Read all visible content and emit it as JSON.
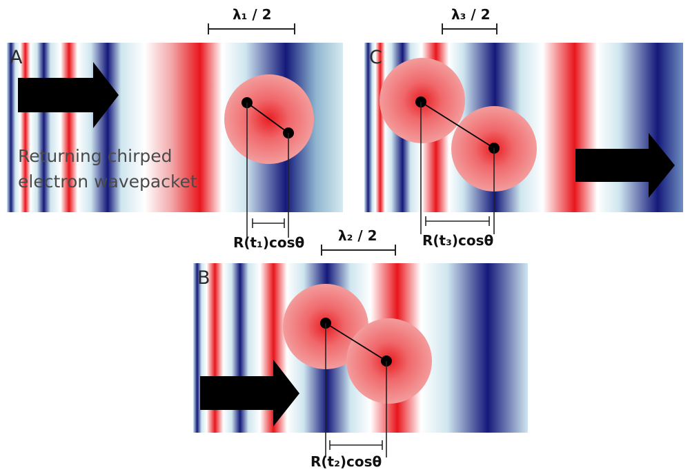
{
  "colors": {
    "red": "#e8161c",
    "white": "#ffffff",
    "light_blue": "#cfe6ef",
    "navy": "#14197a",
    "arrow": "#000000",
    "atom": "#ee7171",
    "bond": "#000000"
  },
  "panels": [
    {
      "id": "A",
      "label": "A",
      "half_wavelength_label": "λ₁ / 2",
      "projection_label": "R(t₁)cosθ"
    },
    {
      "id": "B",
      "label": "B",
      "half_wavelength_label": "λ₂ / 2",
      "projection_label": "R(t₂)cosθ"
    },
    {
      "id": "C",
      "label": "C",
      "half_wavelength_label": "λ₃ / 2",
      "projection_label": "R(t₃)cosθ"
    }
  ],
  "caption_line1": "Returning chirped",
  "caption_line2": "electron wavepacket",
  "icons": {
    "direction": "right-arrow-icon"
  }
}
